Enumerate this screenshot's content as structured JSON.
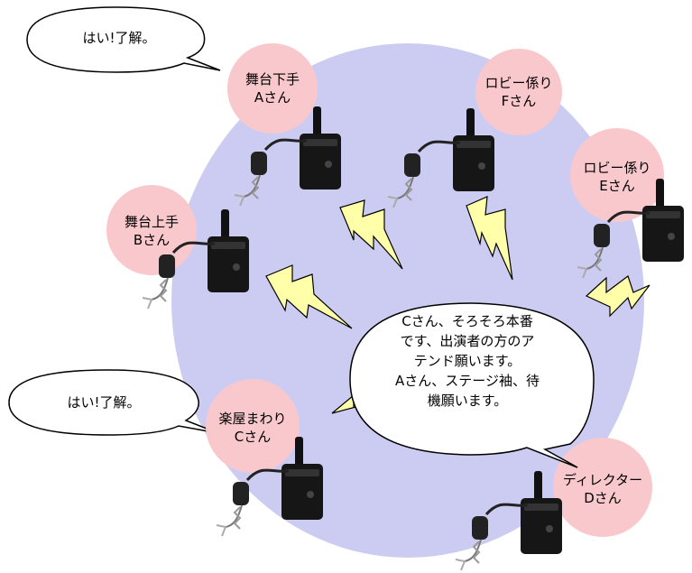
{
  "speech": {
    "reply_top": "はい!了解。",
    "reply_left": "はい!了解。",
    "center_lines": [
      "Cさん、そろそろ本番",
      "です、出演者の方のア",
      "テンド願います。",
      "Aさん、ステージ袖、待",
      "機願います。"
    ]
  },
  "staff": {
    "a": {
      "role": "舞台下手",
      "name": "Aさん"
    },
    "f": {
      "role": "ロビー係り",
      "name": "Fさん"
    },
    "e": {
      "role": "ロビー係り",
      "name": "Eさん"
    },
    "b": {
      "role": "舞台上手",
      "name": "Bさん"
    },
    "c": {
      "role": "楽屋まわり",
      "name": "Cさん"
    },
    "d": {
      "role": "ディレクター",
      "name": "Dさん"
    }
  },
  "device_icon": "radio-transceiver-with-headset-icon",
  "signal_icon": "lightning-bolt-icon",
  "colors": {
    "network_circle": "#CCCCF2",
    "staff_circle": "#F9C8CC",
    "bolt_fill": "#FFFFAA",
    "device": "#1a1a1a"
  }
}
